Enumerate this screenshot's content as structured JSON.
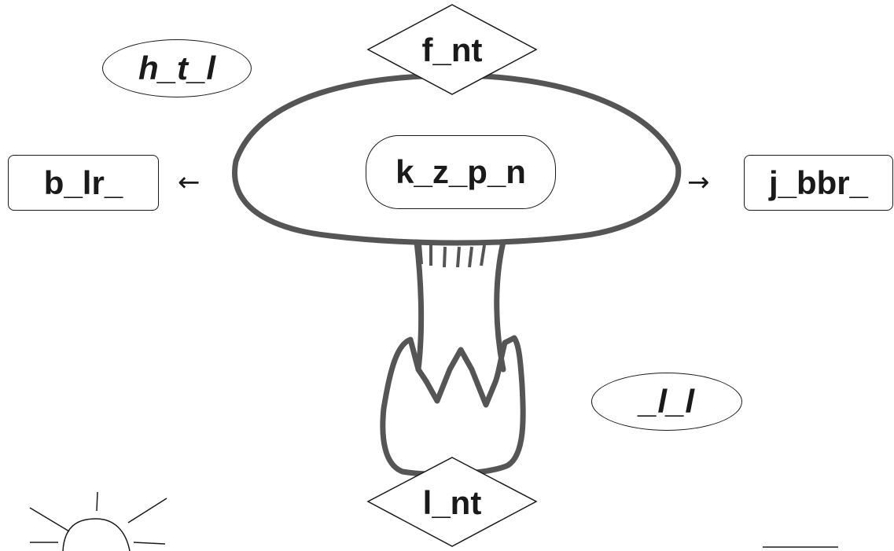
{
  "labels": {
    "top_diamond": "f_nt",
    "bottom_diamond": "l_nt",
    "top_left_oval": "h_t_l",
    "right_oval": "_l_l",
    "cap_center": "k_z_p_n",
    "left_box": "b_lr_",
    "right_box": "j_bbr_"
  },
  "arrows": {
    "left": "←",
    "right": "→"
  },
  "colors": {
    "mushroom_outline": "#555555",
    "ink": "#1a1a1a"
  },
  "icons": {
    "mushroom": "mushroom-drawing",
    "sun": "sun-icon"
  }
}
